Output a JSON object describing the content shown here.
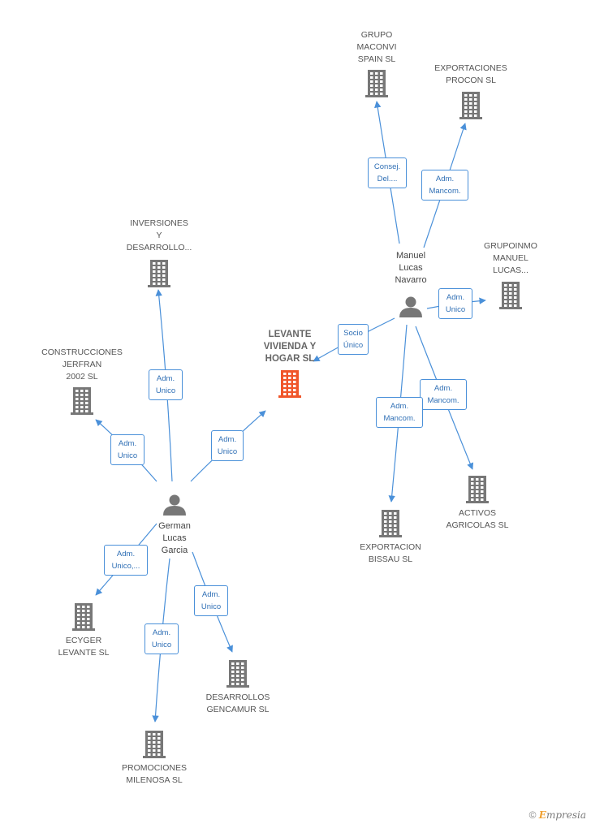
{
  "diagram": {
    "companies": [
      {
        "id": "levante",
        "name": "LEVANTE\nVIVIENDA Y\nHOGAR SL",
        "main": true
      },
      {
        "id": "grupo_maconvi",
        "name": "GRUPO\nMACONVI\nSPAIN SL"
      },
      {
        "id": "exportaciones_procon",
        "name": "EXPORTACIONES\nPROCON SL"
      },
      {
        "id": "grupoinmo",
        "name": "GRUPOINMO\nMANUEL\nLUCAS..."
      },
      {
        "id": "inversiones",
        "name": "INVERSIONES\nY\nDESARROLLO..."
      },
      {
        "id": "construcciones",
        "name": "CONSTRUCCIONES\nJERFRAN\n2002 SL"
      },
      {
        "id": "activos",
        "name": "ACTIVOS\nAGRICOLAS SL"
      },
      {
        "id": "exportacion_bissau",
        "name": "EXPORTACION\nBISSAU SL"
      },
      {
        "id": "ecyger",
        "name": "ECYGER\nLEVANTE SL"
      },
      {
        "id": "desarrollos",
        "name": "DESARROLLOS\nGENCAMUR SL"
      },
      {
        "id": "promociones",
        "name": "PROMOCIONES\nMILENOSA SL"
      }
    ],
    "persons": [
      {
        "id": "manuel",
        "name": "Manuel\nLucas\nNavarro"
      },
      {
        "id": "german",
        "name": "German\nLucas\nGarcia"
      }
    ],
    "relations": [
      {
        "from": "manuel",
        "to": "levante",
        "label": "Socio\nÚnico"
      },
      {
        "from": "manuel",
        "to": "grupo_maconvi",
        "label": "Consej.\nDel...."
      },
      {
        "from": "manuel",
        "to": "exportaciones_procon",
        "label": "Adm.\nMancom."
      },
      {
        "from": "manuel",
        "to": "grupoinmo",
        "label": "Adm.\nUnico"
      },
      {
        "from": "manuel",
        "to": "activos",
        "label": "Adm.\nMancom."
      },
      {
        "from": "manuel",
        "to": "exportacion_bissau",
        "label": "Adm.\nMancom."
      },
      {
        "from": "german",
        "to": "levante",
        "label": "Adm.\nUnico"
      },
      {
        "from": "german",
        "to": "inversiones",
        "label": "Adm.\nUnico"
      },
      {
        "from": "german",
        "to": "construcciones",
        "label": "Adm.\nUnico"
      },
      {
        "from": "german",
        "to": "ecyger",
        "label": "Adm.\nUnico,..."
      },
      {
        "from": "german",
        "to": "desarrollos",
        "label": "Adm.\nUnico"
      },
      {
        "from": "german",
        "to": "promociones",
        "label": "Adm.\nUnico"
      }
    ]
  },
  "colors": {
    "edge": "#4a90d9",
    "building": "#777777",
    "building_main": "#f0562a",
    "person": "#777777"
  },
  "footer": {
    "copyright": "©",
    "brand_initial": "E",
    "brand_rest": "mpresia"
  }
}
